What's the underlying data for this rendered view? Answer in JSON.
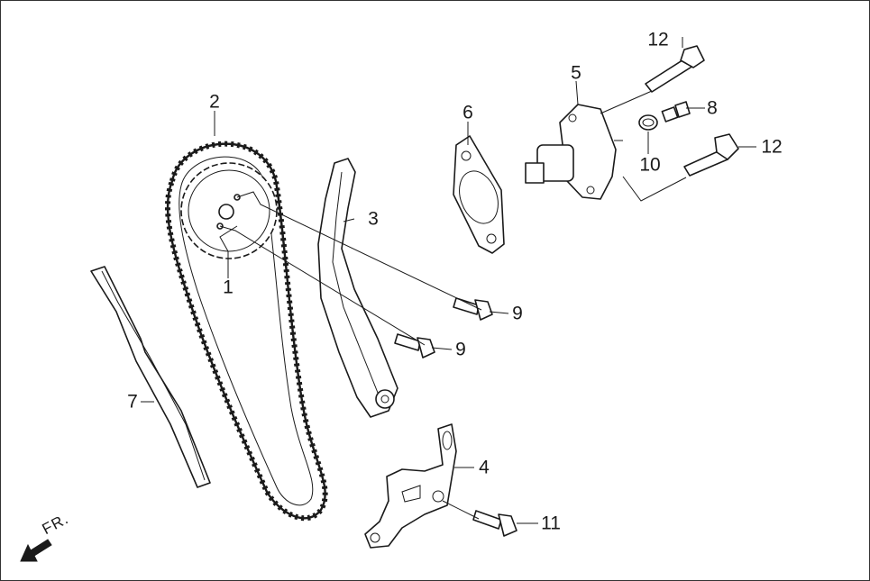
{
  "callouts": {
    "c1": "1",
    "c2": "2",
    "c3": "3",
    "c4": "4",
    "c5": "5",
    "c6": "6",
    "c7": "7",
    "c8": "8",
    "c9a": "9",
    "c9b": "9",
    "c10": "10",
    "c11": "11",
    "c12a": "12",
    "c12b": "12"
  },
  "direction_label": "FR."
}
